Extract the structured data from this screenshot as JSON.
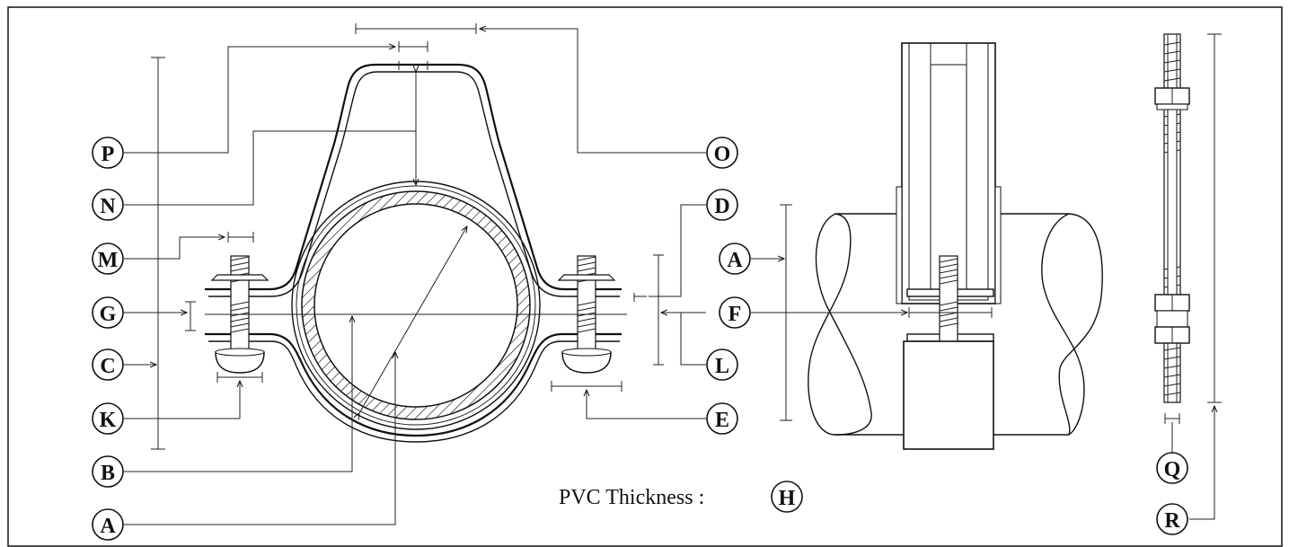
{
  "caption": {
    "text": "PVC Thickness :",
    "marker": "H"
  },
  "callouts": {
    "left": [
      "P",
      "N",
      "M",
      "G",
      "C",
      "K",
      "B",
      "A"
    ],
    "center": [
      "O",
      "D",
      "A",
      "F",
      "L",
      "E"
    ],
    "right": [
      "Q",
      "R"
    ]
  },
  "colors": {
    "stroke": "#111111",
    "background": "#ffffff"
  }
}
